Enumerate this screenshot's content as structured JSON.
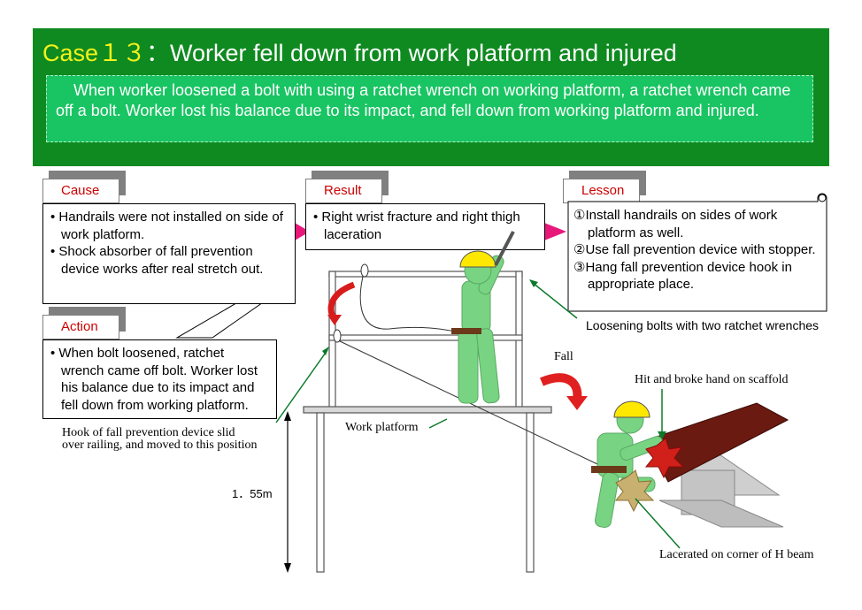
{
  "header": {
    "case_label": "Case１３",
    "title": "：Worker fell down from work platform and injured",
    "summary": "When worker loosened a bolt with using a ratchet wrench on working platform, a ratchet wrench came off a bolt. Worker lost his balance due to its impact, and fell down from working platform and injured."
  },
  "cause": {
    "label": "Cause",
    "items": [
      "• Handrails were not installed on side of work platform.",
      "• Shock absorber of fall prevention device works after real stretch out."
    ]
  },
  "result": {
    "label": "Result",
    "items": [
      "• Right wrist fracture and right thigh laceration"
    ]
  },
  "lesson": {
    "label": "Lesson",
    "items": [
      "①Install handrails on sides of work platform as well.",
      "②Use fall prevention device with stopper.",
      "③Hang fall prevention device hook in appropriate place."
    ]
  },
  "action": {
    "label": "Action",
    "items": [
      "• When bolt loosened, ratchet wrench came off bolt. Worker lost his balance due to its impact and fell down from working platform."
    ]
  },
  "illustration": {
    "loosening_label": "Loosening bolts with two ratchet wrenches",
    "fall_label": "Fall",
    "hit_label": "Hit and broke hand on scaffold",
    "hook_label_1": "Hook of fall prevention device slid",
    "hook_label_2": "over railing, and moved to this position",
    "platform_label": "Work platform",
    "height_label": "1．55m",
    "lacerated_label": "Lacerated on corner of H beam"
  },
  "colors": {
    "header_green": "#0f8a20",
    "summary_green": "#19c463",
    "tab_red": "#cc0000",
    "helmet_yellow": "#ffe800",
    "worker_green": "#78d482",
    "beam_brown": "#6a1a10"
  }
}
